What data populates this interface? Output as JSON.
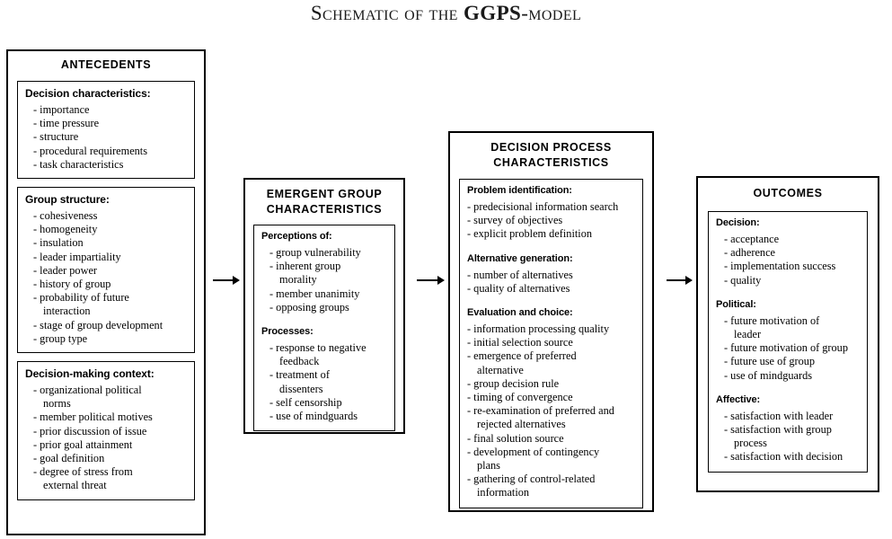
{
  "title": {
    "prefix": "Schematic of the ",
    "emphasis": "GGPS",
    "suffix": "-model"
  },
  "panels": [
    {
      "id": "antecedents",
      "title": "ANTECEDENTS",
      "groups": [
        {
          "heading": "Decision characteristics:",
          "items": [
            "- importance",
            "- time pressure",
            "- structure",
            "- procedural requirements",
            "- task characteristics"
          ]
        },
        {
          "heading": "Group structure:",
          "items": [
            "- cohesiveness",
            "- homogeneity",
            "- insulation",
            "- leader impartiality",
            "- leader power",
            "- history of group",
            "- probability of future\n   interaction",
            "- stage of group development",
            "- group type"
          ]
        },
        {
          "heading": "Decision-making context:",
          "items": [
            "- organizational political\n   norms",
            "- member political motives",
            "- prior discussion of issue",
            "- prior goal attainment",
            "- goal definition",
            "- degree of stress from\n   external threat"
          ]
        }
      ]
    },
    {
      "id": "emergent",
      "title": "EMERGENT GROUP\nCHARACTERISTICS",
      "groups": [
        {
          "heading": "Perceptions of:",
          "items": [
            "- group vulnerability",
            "- inherent group\n   morality",
            "- member unanimity",
            "- opposing groups"
          ],
          "heading2": "Processes:",
          "items2": [
            "- response to negative\n   feedback",
            "- treatment of\n   dissenters",
            "- self censorship",
            "- use of mindguards"
          ]
        }
      ]
    },
    {
      "id": "process",
      "title": "DECISION PROCESS\nCHARACTERISTICS",
      "groups": [
        {
          "heading": "Problem identification:",
          "items": [
            "- predecisional information search",
            "- survey of objectives",
            "- explicit problem definition"
          ],
          "heading2": "Alternative generation:",
          "items2": [
            "- number of alternatives",
            "- quality of alternatives"
          ],
          "heading3": "Evaluation and choice:",
          "items3": [
            "- information processing quality",
            "- initial selection source",
            "- emergence of preferred\n   alternative",
            "- group decision rule",
            "- timing of convergence",
            "- re-examination of preferred and\n   rejected alternatives",
            "- final solution source",
            "- development of contingency\n   plans",
            "- gathering of control-related\n   information"
          ]
        }
      ]
    },
    {
      "id": "outcomes",
      "title": "OUTCOMES",
      "groups": [
        {
          "heading": "Decision:",
          "items": [
            "- acceptance",
            "- adherence",
            "- implementation success",
            "- quality"
          ],
          "heading2": "Political:",
          "items2": [
            "- future motivation of\n   leader",
            "- future motivation of group",
            "- future use of group",
            "- use of mindguards"
          ],
          "heading3": "Affective:",
          "items3": [
            "- satisfaction with leader",
            "- satisfaction with group\n   process",
            "- satisfaction with decision"
          ]
        }
      ]
    }
  ],
  "arrows": [
    {
      "name": "arrow-antecedents-to-emergent"
    },
    {
      "name": "arrow-emergent-to-process"
    },
    {
      "name": "arrow-process-to-outcomes"
    }
  ],
  "colors": {
    "background": "#ffffff",
    "line": "#000000",
    "text": "#000000",
    "title": "#1a1a1a"
  }
}
